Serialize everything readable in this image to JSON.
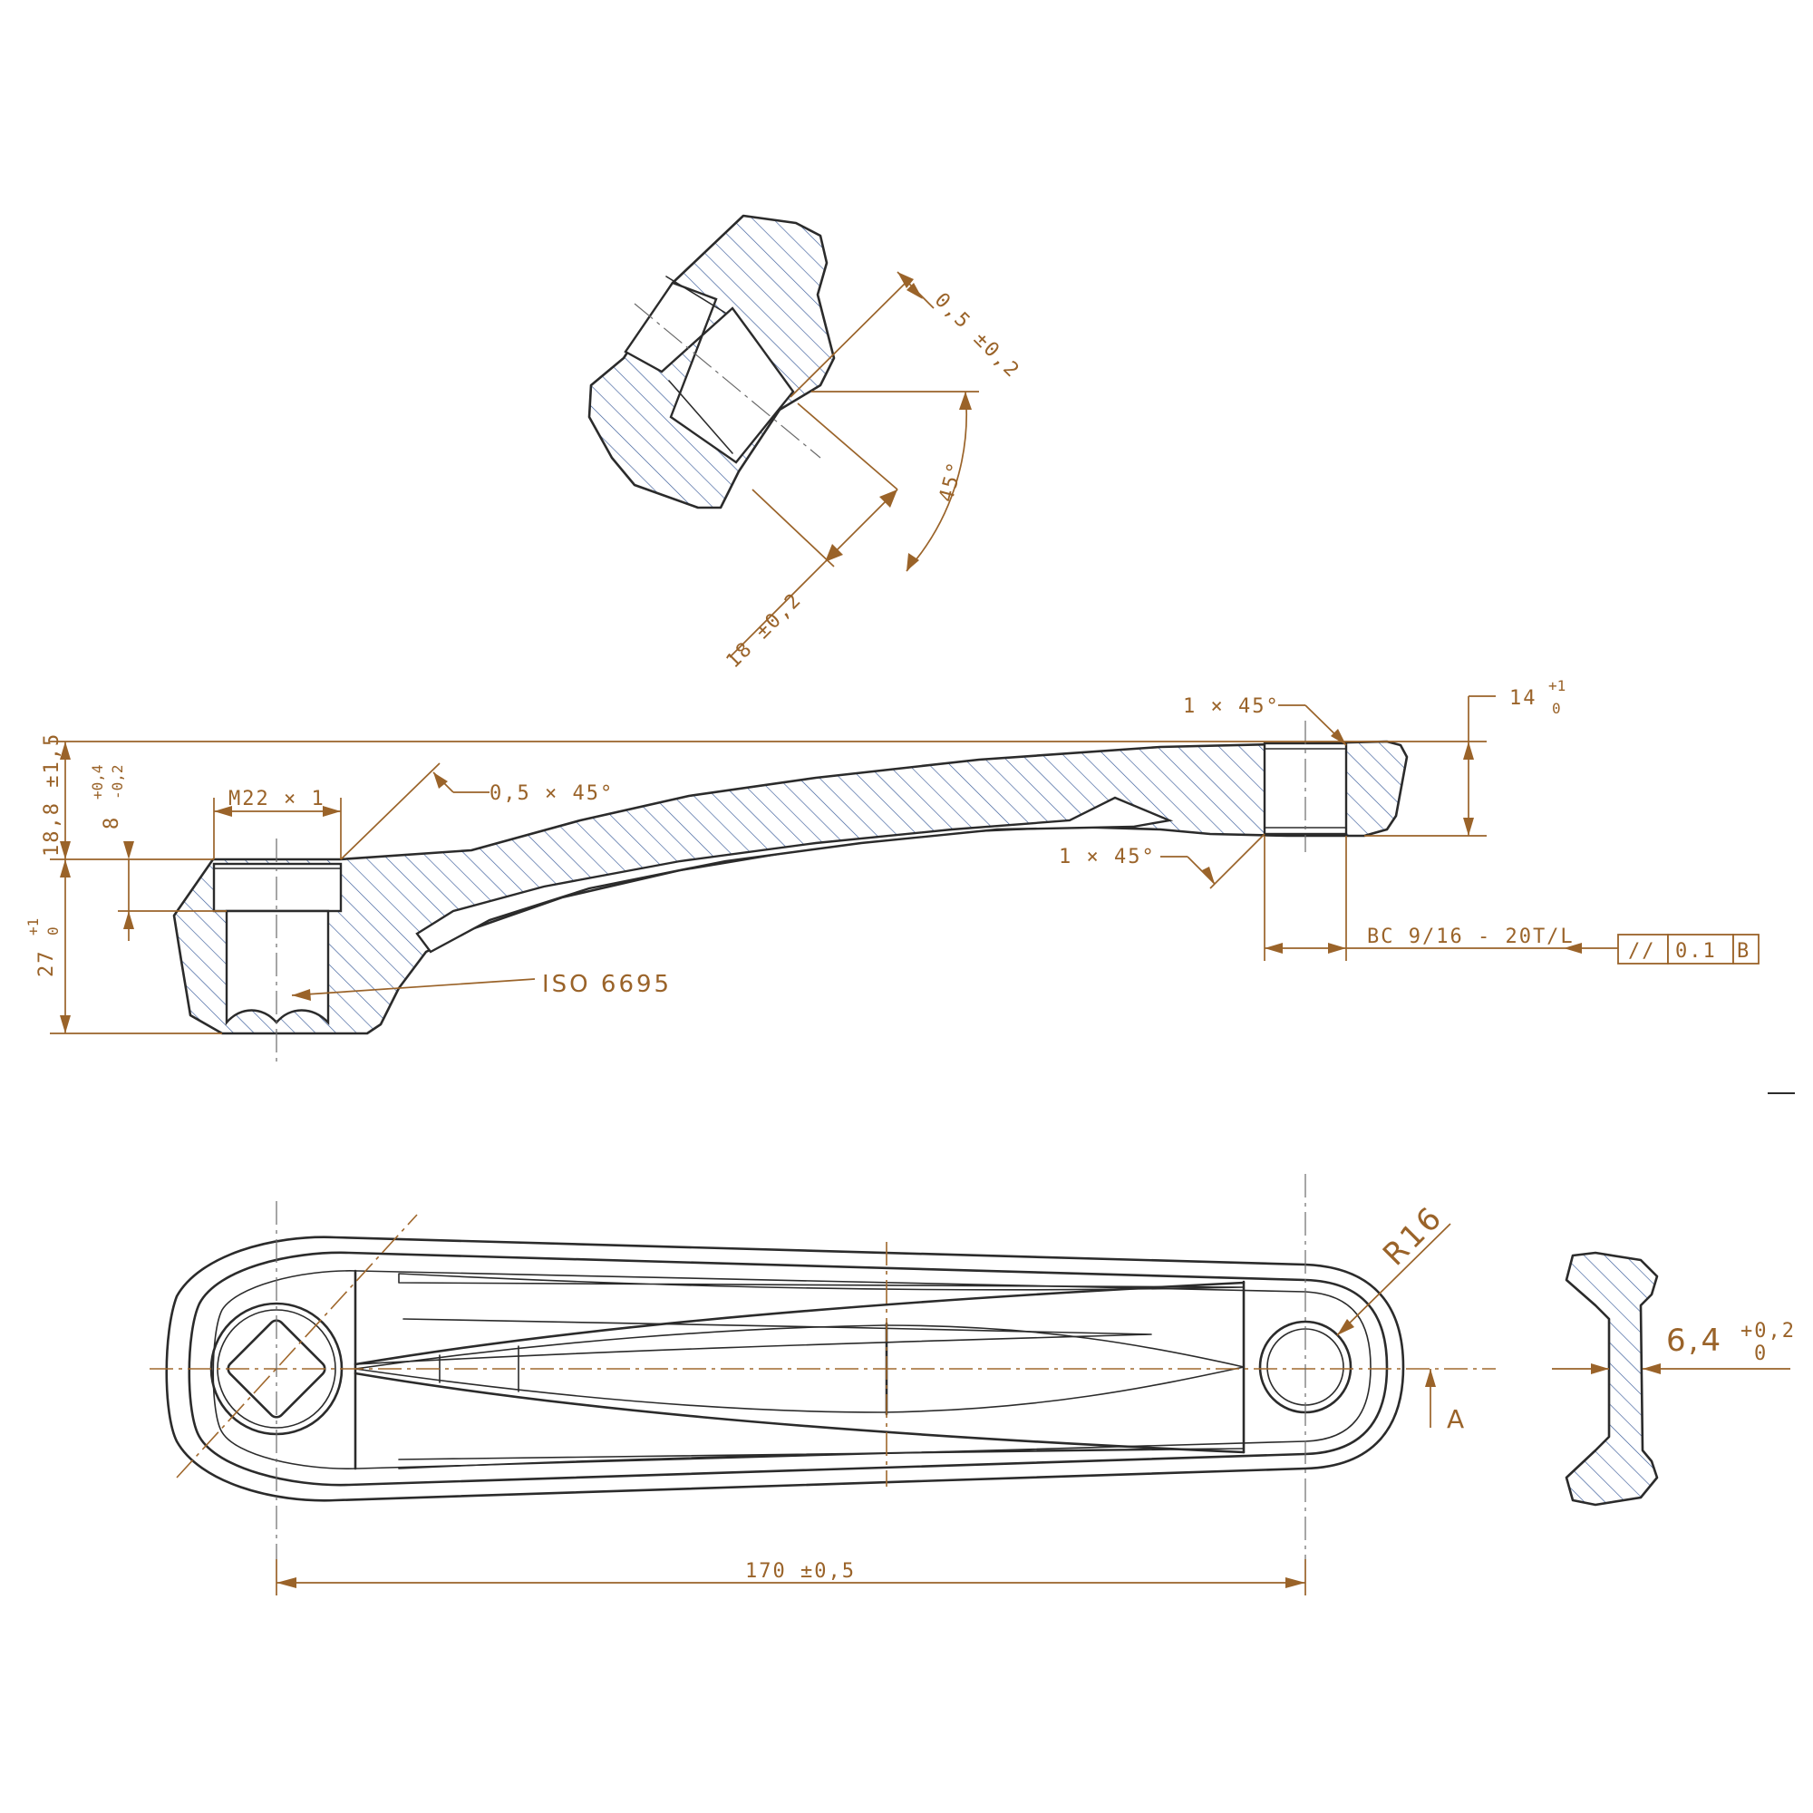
{
  "colors": {
    "hatch_fill": "#c9d5ea",
    "hatch_line": "#3a5c9a",
    "dimension": "#9a6329",
    "outline": "#2b2b2b"
  },
  "detail_view": {
    "chamfer_depth": "0,5 ±0,2",
    "angle": "45°",
    "width": "18 ±0,2"
  },
  "section_view": {
    "chamfer_top_right": "1 × 45°",
    "chamfer_bottom_right": "1 × 45°",
    "chamfer_left": "0,5 × 45°",
    "thread_left": "M22 × 1",
    "spindle_standard": "ISO 6695",
    "height_left": "18,8 ±1,5",
    "thread_depth_value": "8",
    "thread_depth_upper": "+0,4",
    "thread_depth_lower": "-0,2",
    "overall_height_value": "27",
    "overall_height_upper": "+1",
    "overall_height_lower": "0",
    "boss_height_value": "14",
    "boss_height_upper": "+1",
    "boss_height_lower": "0",
    "pedal_thread": "BC 9/16 - 20T/L",
    "tolerance_symbol": "//",
    "tolerance_value": "0.1",
    "tolerance_datum": "B"
  },
  "plan_view": {
    "length": "170 ±0,5",
    "radius": "R16",
    "datum": "A"
  },
  "cross_section": {
    "web_value": "6,4",
    "web_upper": "+0,2",
    "web_lower": "0"
  }
}
